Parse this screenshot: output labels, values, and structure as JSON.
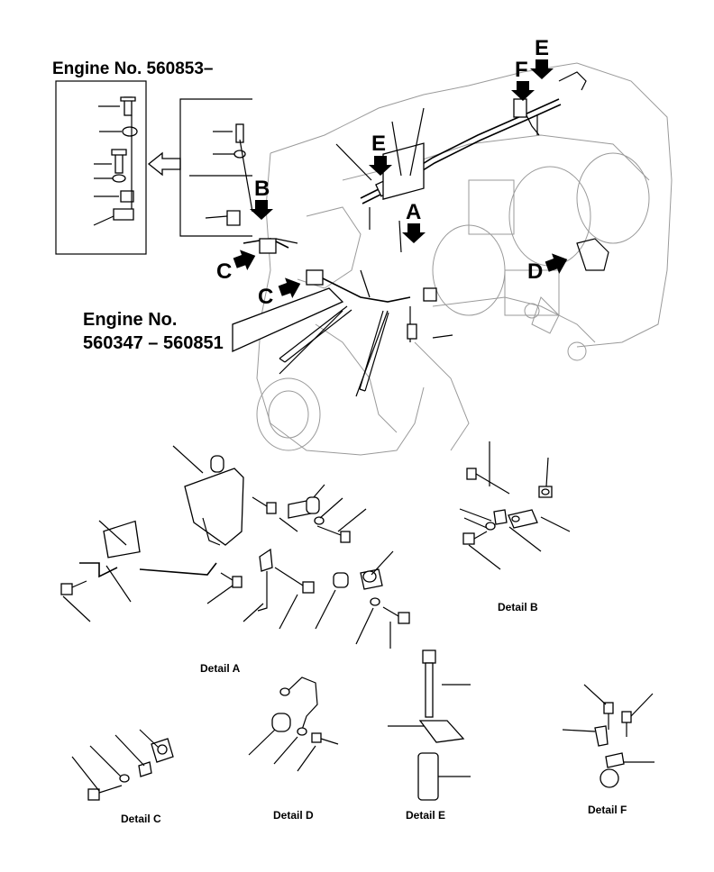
{
  "header_engine_new": "Engine No. 560853–",
  "engine_old_line1": "Engine No.",
  "engine_old_line2": "560347 – 560851",
  "callouts": {
    "A": "A",
    "B": "B",
    "C1": "C",
    "C2": "C",
    "D": "D",
    "E1": "E",
    "E2": "E",
    "F": "F"
  },
  "details": {
    "a": "Detail A",
    "b": "Detail B",
    "c": "Detail C",
    "d": "Detail D",
    "e": "Detail E",
    "f": "Detail F"
  },
  "icons": [
    "down-arrow-icon",
    "right-arrow-icon",
    "left-hollow-arrow-icon"
  ]
}
